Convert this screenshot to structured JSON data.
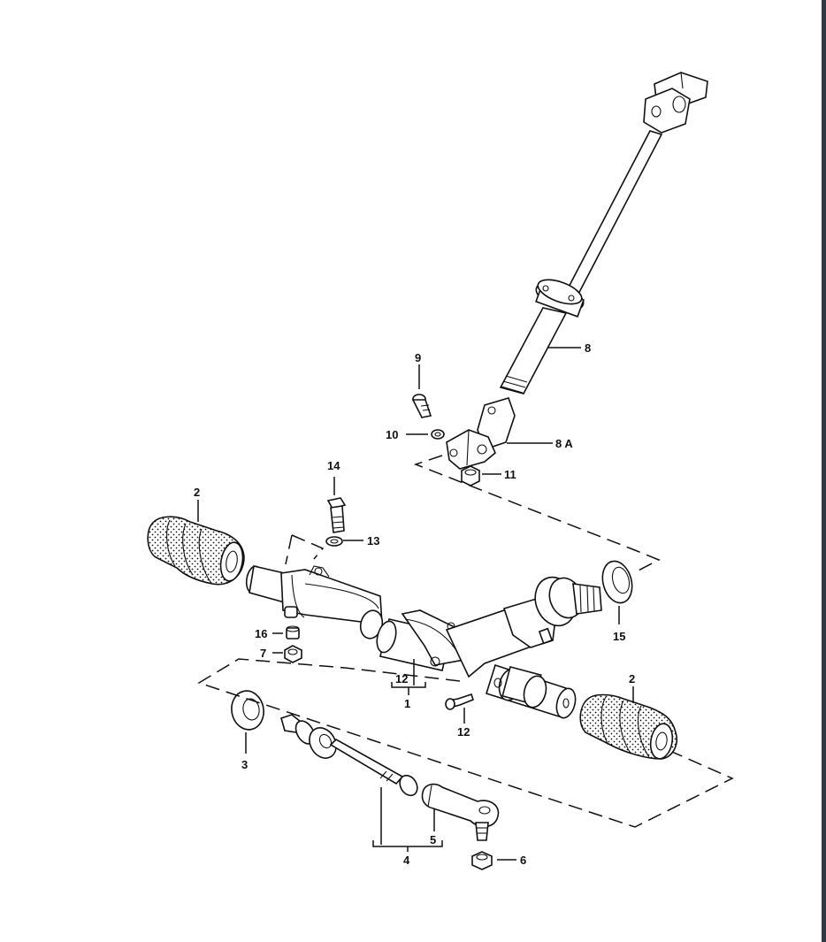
{
  "colors": {
    "line": "#111111",
    "background": "#ffffff",
    "frame": "#2c3a4a"
  },
  "labels": {
    "l1": "1",
    "l2a": "2",
    "l2b": "2",
    "l3": "3",
    "l4": "4",
    "l5": "5",
    "l6": "6",
    "l7": "7",
    "l8": "8",
    "l8a": "8 A",
    "l9": "9",
    "l10": "10",
    "l11": "11",
    "l12a": "12",
    "l12b": "12",
    "l13": "13",
    "l14": "14",
    "l15": "15",
    "l16": "16"
  }
}
